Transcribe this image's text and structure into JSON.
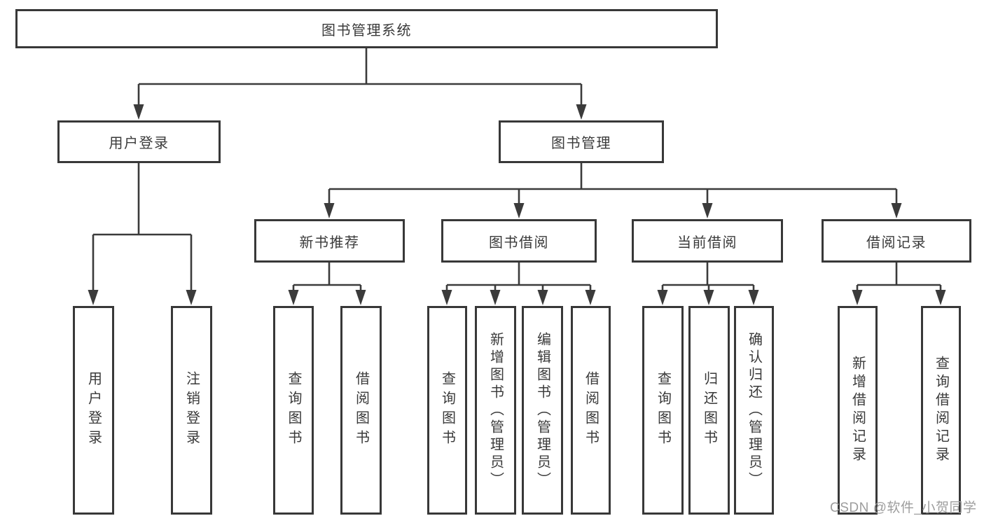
{
  "diagram": {
    "title": "图书管理系统",
    "root": {
      "label": "图书管理系统",
      "children": [
        {
          "label": "用户登录",
          "children": [
            {
              "label": "用户登录"
            },
            {
              "label": "注销登录"
            }
          ]
        },
        {
          "label": "图书管理",
          "children": [
            {
              "label": "新书推荐",
              "children": [
                {
                  "label": "查询图书"
                },
                {
                  "label": "借阅图书"
                }
              ]
            },
            {
              "label": "图书借阅",
              "children": [
                {
                  "label": "查询图书"
                },
                {
                  "label": "新增图书（管理员）"
                },
                {
                  "label": "编辑图书（管理员）"
                },
                {
                  "label": "借阅图书"
                }
              ]
            },
            {
              "label": "当前借阅",
              "children": [
                {
                  "label": "查询图书"
                },
                {
                  "label": "归还图书"
                },
                {
                  "label": "确认归还（管理员）"
                }
              ]
            },
            {
              "label": "借阅记录",
              "children": [
                {
                  "label": "新增借阅记录"
                },
                {
                  "label": "查询借阅记录"
                }
              ]
            }
          ]
        }
      ]
    },
    "colors": {
      "line": "#3b3b3b",
      "border": "#383838",
      "text": "#3a3a3a",
      "watermark": "#9d9d9d",
      "background": "#ffffff"
    }
  },
  "watermark": {
    "text": "CSDN @软件_小贺同学"
  }
}
